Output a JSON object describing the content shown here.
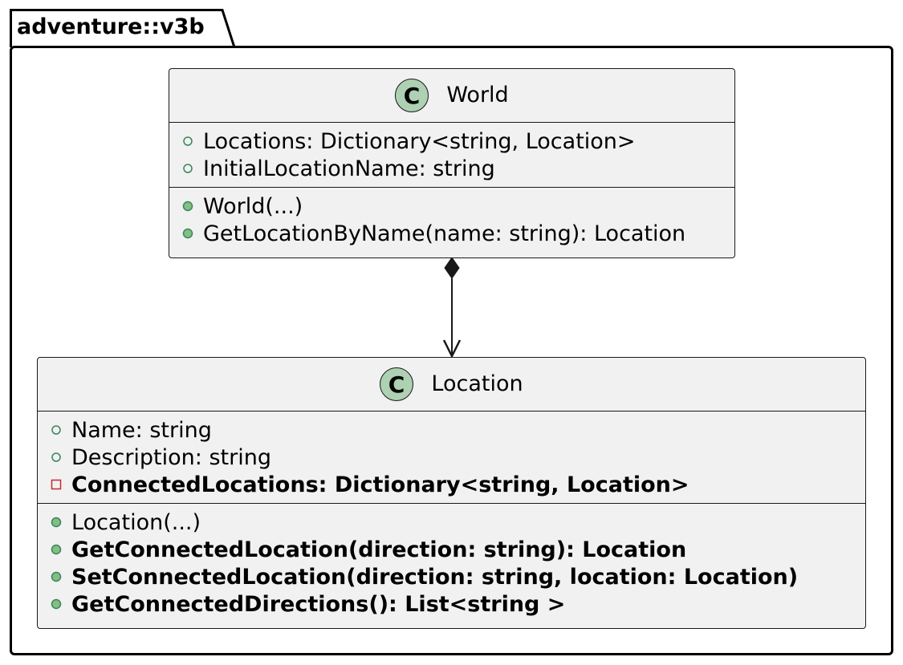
{
  "package": {
    "name": "adventure::v3b"
  },
  "classes": {
    "world": {
      "name": "World",
      "badge": "C",
      "fields": [
        {
          "visibility": "public",
          "text": "Locations: Dictionary<string, Location>"
        },
        {
          "visibility": "public",
          "text": "InitialLocationName: string"
        }
      ],
      "methods": [
        {
          "visibility": "public",
          "text": "World(...)"
        },
        {
          "visibility": "public",
          "text": "GetLocationByName(name: string): Location"
        }
      ]
    },
    "location": {
      "name": "Location",
      "badge": "C",
      "fields": [
        {
          "visibility": "public",
          "text": "Name: string"
        },
        {
          "visibility": "public",
          "text": "Description: string"
        },
        {
          "visibility": "private",
          "text": "ConnectedLocations: Dictionary<string, Location>",
          "bold": true
        }
      ],
      "methods": [
        {
          "visibility": "public",
          "text": "Location(...)"
        },
        {
          "visibility": "public",
          "text": "GetConnectedLocation(direction: string): Location",
          "bold": true
        },
        {
          "visibility": "public",
          "text": "SetConnectedLocation(direction: string, location: Location)",
          "bold": true
        },
        {
          "visibility": "public",
          "text": "GetConnectedDirections(): List<string >",
          "bold": true
        }
      ]
    }
  },
  "relations": [
    {
      "from": "World",
      "to": "Location",
      "type": "composition"
    }
  ],
  "colors": {
    "class_fill": "#f1f1f1",
    "badge_fill": "#add1b2",
    "public_marker": "#38855c",
    "public_method_fill": "#84be84",
    "private_marker": "#c82930",
    "line": "#181818"
  }
}
